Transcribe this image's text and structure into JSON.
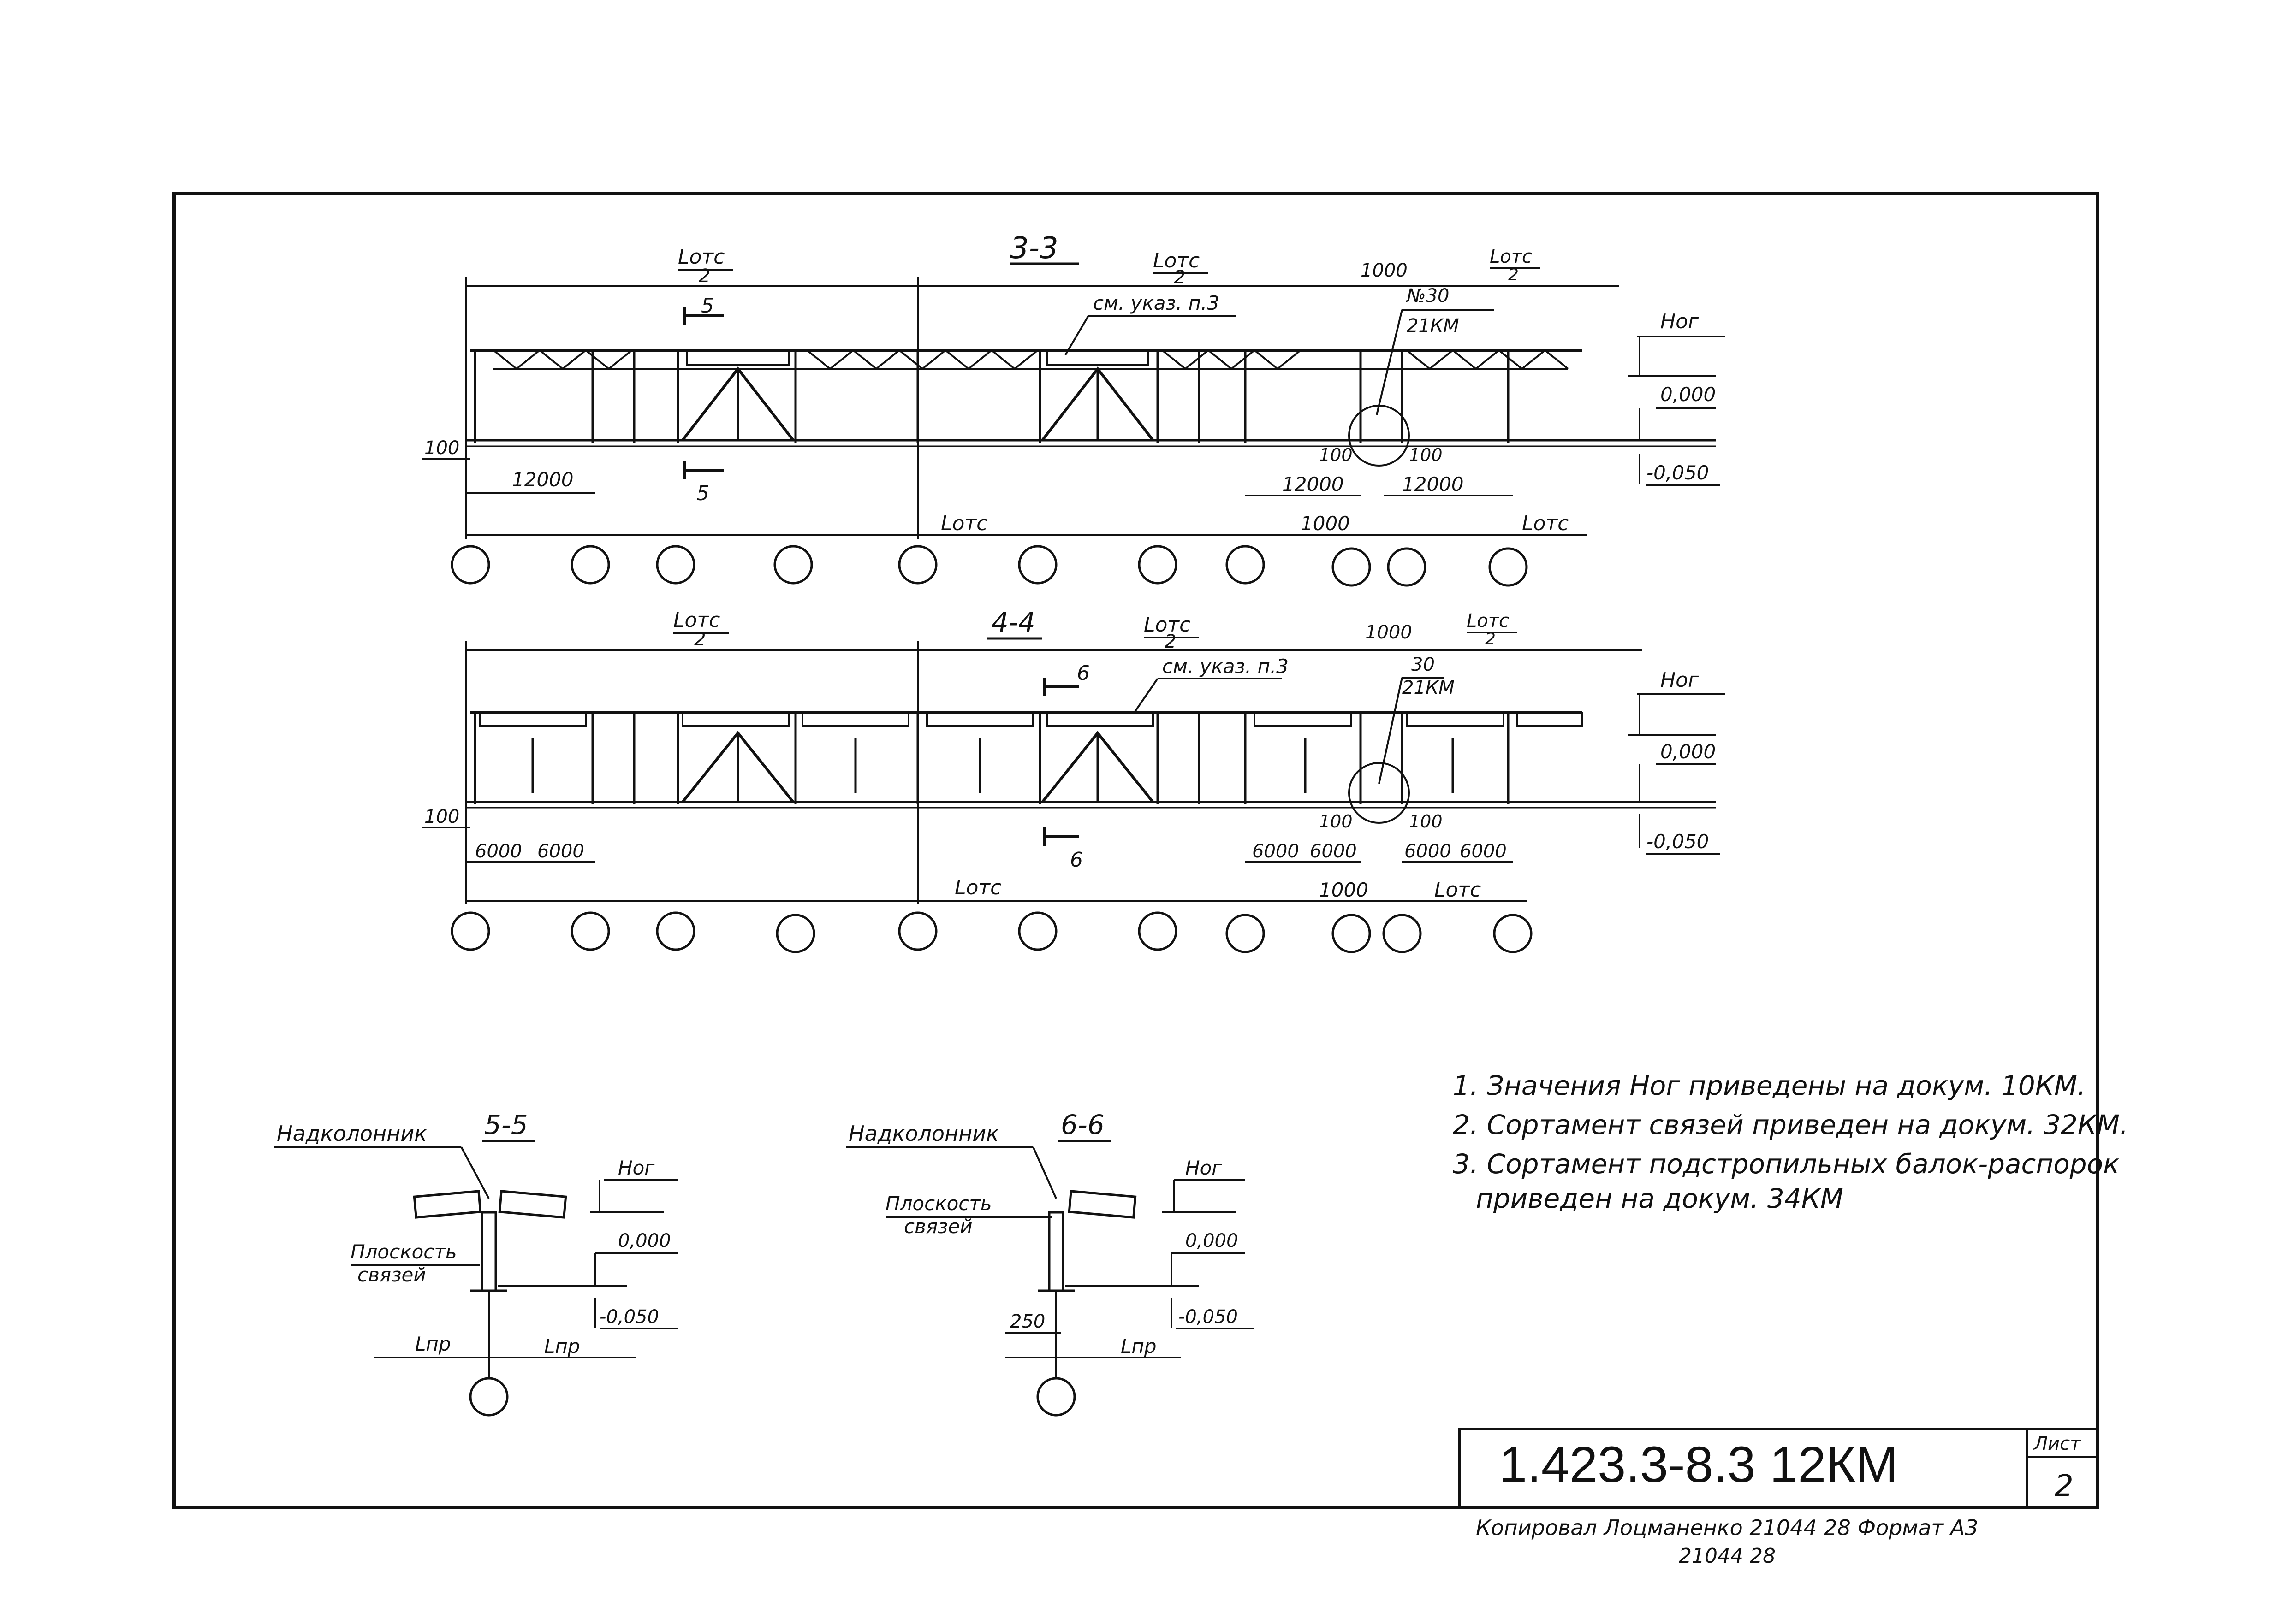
{
  "sections": {
    "s33": {
      "title": "3-3",
      "half_span": "Lотс",
      "half_div": "2",
      "gap_1000": "1000",
      "note_ref": "см. указ. п.3",
      "note_ref2_top": "№30",
      "note_ref2_bot": "21КМ",
      "hog": "Hог",
      "level_0": "0,000",
      "level_m": "-0,050",
      "dim_100": "100",
      "dim_12000": "12000",
      "span": "Lотс",
      "cut_label": "5"
    },
    "s44": {
      "title": "4-4",
      "half_span": "Lотс",
      "half_div": "2",
      "gap_1000": "1000",
      "note_ref": "см. указ. п.3",
      "note_ref2_top": "30",
      "note_ref2_bot": "21КМ",
      "hog": "Hог",
      "level_0": "0,000",
      "level_m": "-0,050",
      "dim_100": "100",
      "dim_6000": "6000",
      "span": "Lотс",
      "cut_label": "6"
    },
    "s55": {
      "title": "5-5",
      "nadkolonnik": "Надколонник",
      "ploskost_1": "Плоскость",
      "ploskost_2": "связей",
      "hog": "Hог",
      "level_0": "0,000",
      "level_m": "-0,050",
      "lpr": "Lпр"
    },
    "s66": {
      "title": "6-6",
      "nadkolonnik": "Надколонник",
      "ploskost_1": "Плоскость",
      "ploskost_2": "связей",
      "hog": "Hог",
      "level_0": "0,000",
      "level_m": "-0,050",
      "dim_250": "250",
      "lpr": "Lпр"
    }
  },
  "notes": [
    "1. Значения Hог приведены на докум. 10КМ.",
    "2. Сортамент связей приведен на докум. 32КМ.",
    "3. Сортамент подстропильных балок-распорок",
    "приведен на докум. 34КМ"
  ],
  "title_block": {
    "doc_code": "1.423.3-8.3 12КМ",
    "sheet_label": "Лист",
    "sheet_no": "2"
  },
  "footer": {
    "line1": "Копировал   Лоцманенко 21044  28  Формат А3",
    "line2": "21044  28"
  }
}
